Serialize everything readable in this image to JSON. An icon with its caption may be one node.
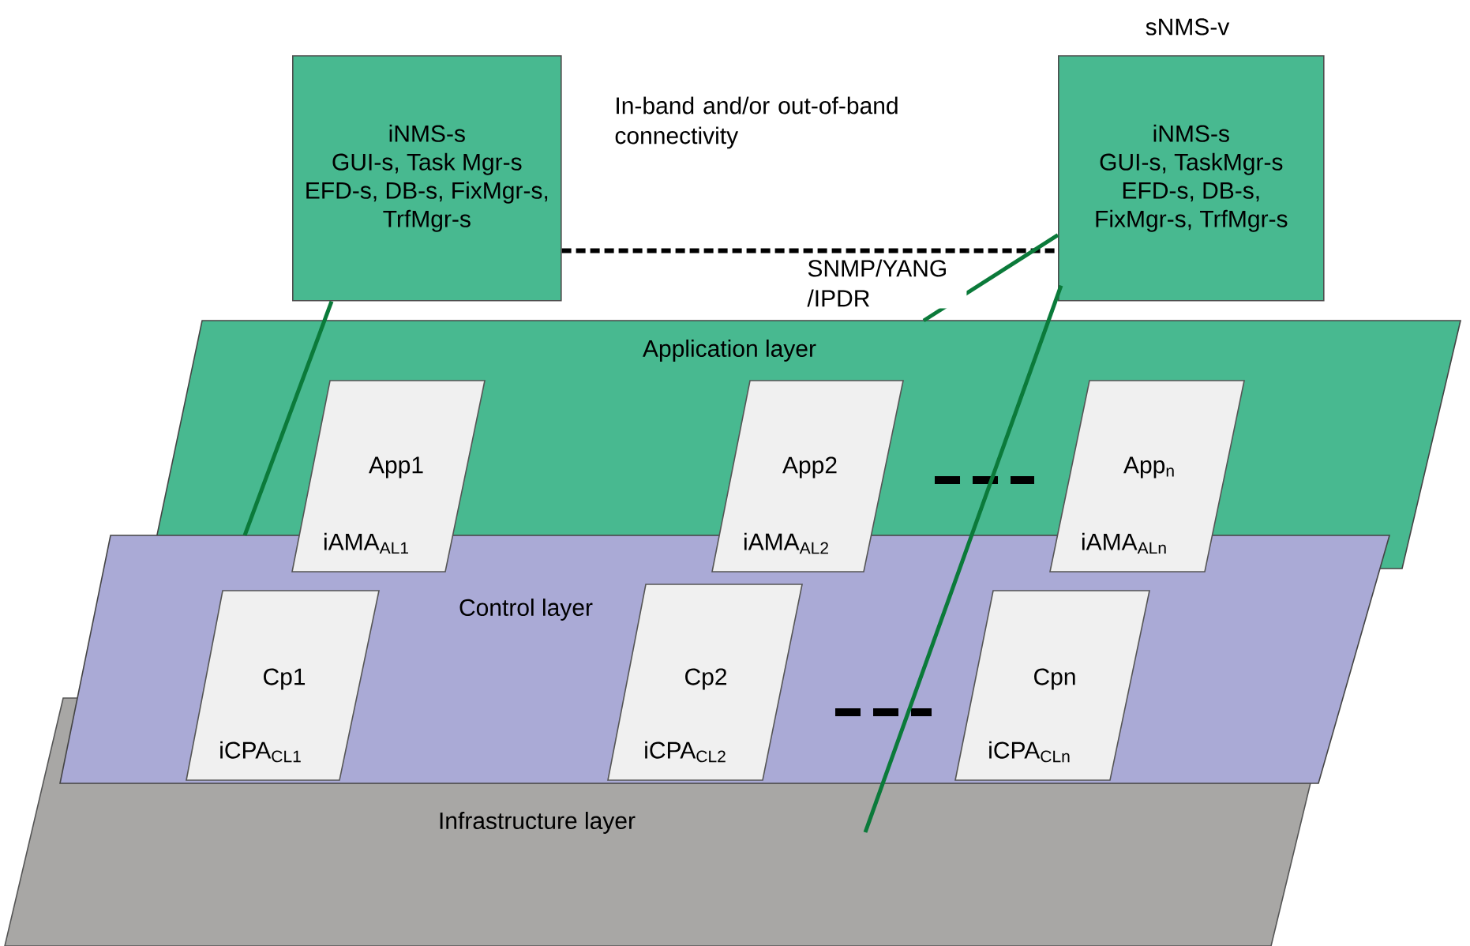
{
  "diagram": {
    "nodes": [
      {
        "text": [
          "iNMS-s",
          "GUI-s, Task Mgr-s EFD-s, DB-s, FixMgr-s, TrfMgr-s"
        ]
      },
      {
        "text": [
          "iNMS-s",
          "GUI-s, TaskMgr-s EFD-s, DB-s, FixMgr-s, TrfMgr-s"
        ],
        "beside": [
          "sNMS-v"
        ]
      },
      {
        "text": [
          "Application layer"
        ]
      },
      {
        "text": [
          "Control layer"
        ]
      },
      {
        "text": [
          "Infrastructure layer"
        ]
      },
      {
        "text": [
          "App1",
          "iAMA$_{AL1}$"
        ],
        "in": 2
      },
      {
        "text": [
          "App2",
          "iAMA$_{AL2}$"
        ],
        "in": 2
      },
      {
        "text": [
          "App$_{n}$",
          "iAMA$_{ALn}$"
        ],
        "in": 2
      },
      {
        "text": [
          "Cp1",
          "iCPA$_{CL1}$"
        ],
        "in": 3
      },
      {
        "text": [
          "Cp2",
          "iCPA$_{CL2}$"
        ],
        "in": 3
      },
      {
        "text": [
          "Cpn",
          "iCPA$_{CLn}$"
        ],
        "in": 3
      }
    ],
    "edges": [
      {
        "from": 0,
        "to": 1,
        "arrow": "none",
        "label": "In-band and/or out-of-band connectivity",
        "style": "dashed",
        "color": "#000000"
      },
      {
        "from": 0,
        "to": 3,
        "arrow": "none"
      },
      {
        "from": 1,
        "to": 2,
        "arrow": "none",
        "label": "SNMP/YANG /IPDR"
      },
      {
        "from": 1,
        "to": 4,
        "arrow": "none"
      }
    ]
  }
}
